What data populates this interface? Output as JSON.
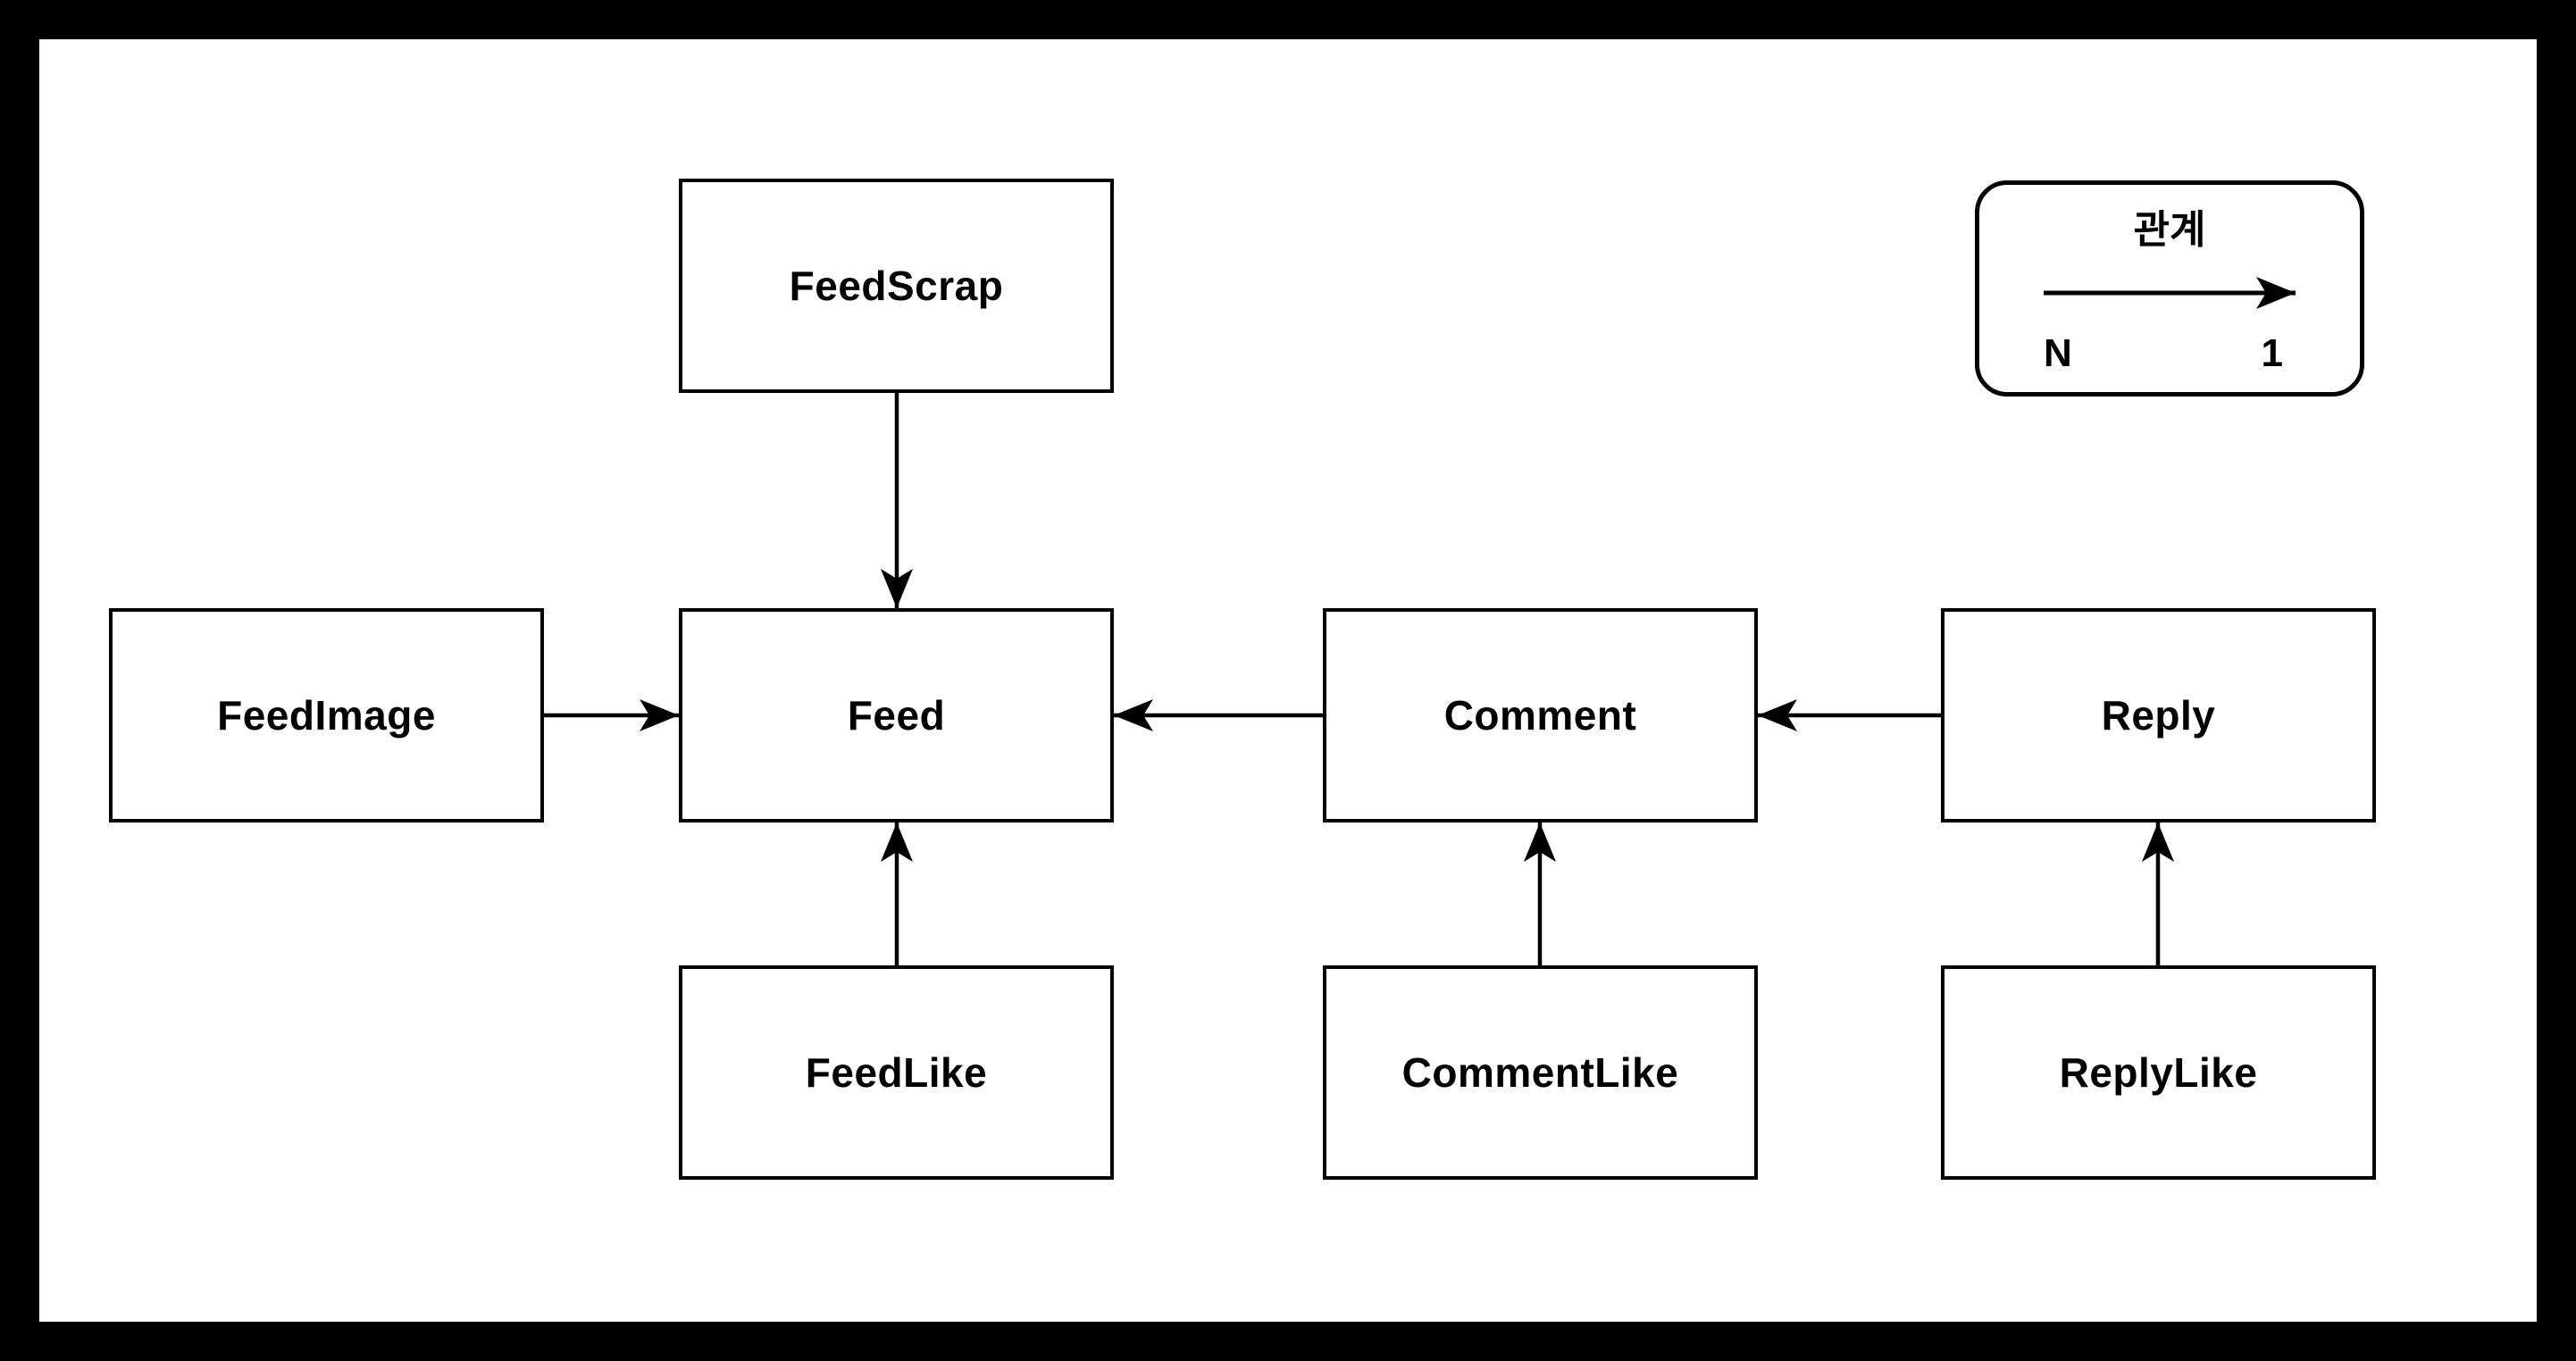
{
  "diagram": {
    "type": "entity-relationship",
    "entities": [
      {
        "id": "feedscrap",
        "label": "FeedScrap"
      },
      {
        "id": "feedimage",
        "label": "FeedImage"
      },
      {
        "id": "feed",
        "label": "Feed"
      },
      {
        "id": "comment",
        "label": "Comment"
      },
      {
        "id": "reply",
        "label": "Reply"
      },
      {
        "id": "feedlike",
        "label": "FeedLike"
      },
      {
        "id": "commentlike",
        "label": "CommentLike"
      },
      {
        "id": "replylike",
        "label": "ReplyLike"
      }
    ],
    "relations": [
      {
        "from": "FeedScrap",
        "to": "Feed",
        "cardinality": "N:1"
      },
      {
        "from": "FeedImage",
        "to": "Feed",
        "cardinality": "N:1"
      },
      {
        "from": "Comment",
        "to": "Feed",
        "cardinality": "N:1"
      },
      {
        "from": "Reply",
        "to": "Comment",
        "cardinality": "N:1"
      },
      {
        "from": "FeedLike",
        "to": "Feed",
        "cardinality": "N:1"
      },
      {
        "from": "CommentLike",
        "to": "Comment",
        "cardinality": "N:1"
      },
      {
        "from": "ReplyLike",
        "to": "Reply",
        "cardinality": "N:1"
      }
    ],
    "legend": {
      "title": "관계",
      "from_label": "N",
      "to_label": "1"
    },
    "colors": {
      "page_background": "#000000",
      "canvas_background": "#ffffff",
      "line": "#000000",
      "text": "#000000"
    }
  }
}
